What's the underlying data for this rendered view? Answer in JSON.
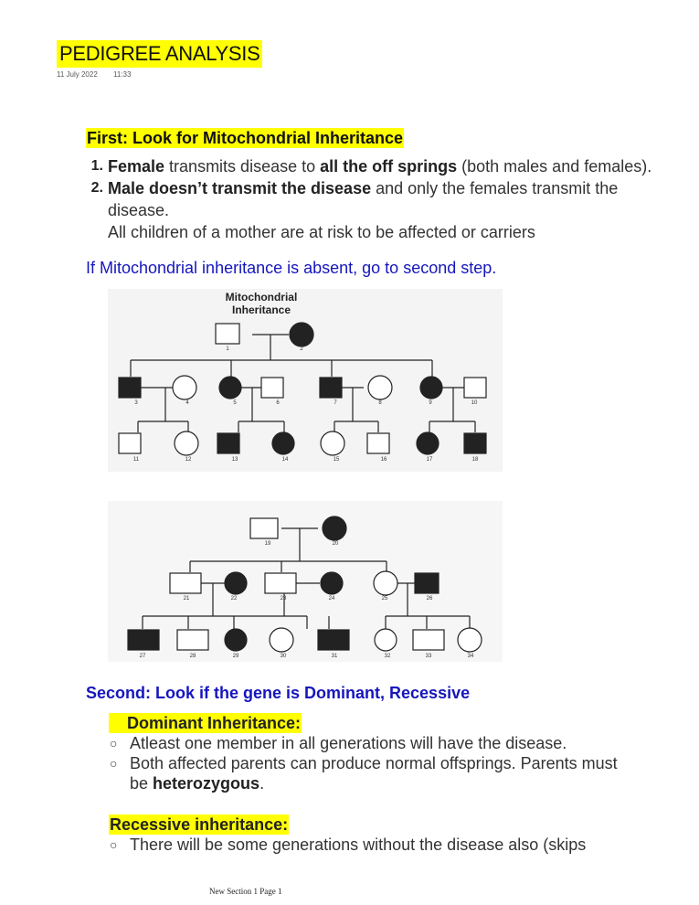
{
  "header": {
    "title": "PEDIGREE ANALYSIS",
    "date": "11 July 2022",
    "time": "11:33"
  },
  "section1": {
    "heading": "First: Look for Mitochondrial Inheritance",
    "items": [
      {
        "num": "1.",
        "bold1": "Female",
        "text1": " transmits disease to ",
        "bold2": "all the off springs",
        "text2": " (both males and females)."
      },
      {
        "num": "2.",
        "bold1": "Male doesn’t transmit the disease",
        "text1": " and only the females transmit the",
        "line2": "disease.",
        "line3": "All children of a mother are at risk to be affected or carriers"
      }
    ],
    "note": "If Mitochondrial inheritance is absent, go to second step."
  },
  "pedigree1": {
    "title_line1": "Mitochondrial",
    "title_line2": "Inheritance",
    "labels": [
      "1",
      "2",
      "3",
      "4",
      "5",
      "6",
      "7",
      "8",
      "9",
      "10",
      "11",
      "12",
      "13",
      "14",
      "15",
      "16",
      "17",
      "18"
    ]
  },
  "pedigree2": {
    "labels": [
      "19",
      "20",
      "21",
      "22",
      "23",
      "24",
      "25",
      "26",
      "27",
      "28",
      "29",
      "30",
      "31",
      "32",
      "33",
      "34"
    ]
  },
  "section2": {
    "heading": "Second: Look if the gene is Dominant, Recessive",
    "dominant": {
      "heading": "Dominant Inheritance:",
      "bullet1": "Atleast one member in all generations will have the disease.",
      "bullet2_text": "Both affected parents can produce normal offsprings. Parents must",
      "bullet2_line2_pre": "be ",
      "bullet2_bold": "heterozygous",
      "bullet2_line2_post": "."
    },
    "recessive": {
      "heading": "Recessive inheritance:",
      "bullet1": "There will be some generations without the disease also (skips"
    }
  },
  "footer": {
    "text": "New Section 1 Page 1"
  }
}
